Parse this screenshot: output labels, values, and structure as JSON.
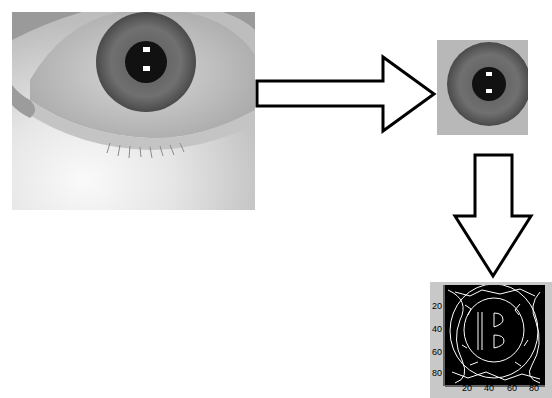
{
  "diagram": {
    "labels": [
      "20",
      "40",
      "60",
      "80",
      "20",
      "40",
      "60",
      "80"
    ]
  }
}
